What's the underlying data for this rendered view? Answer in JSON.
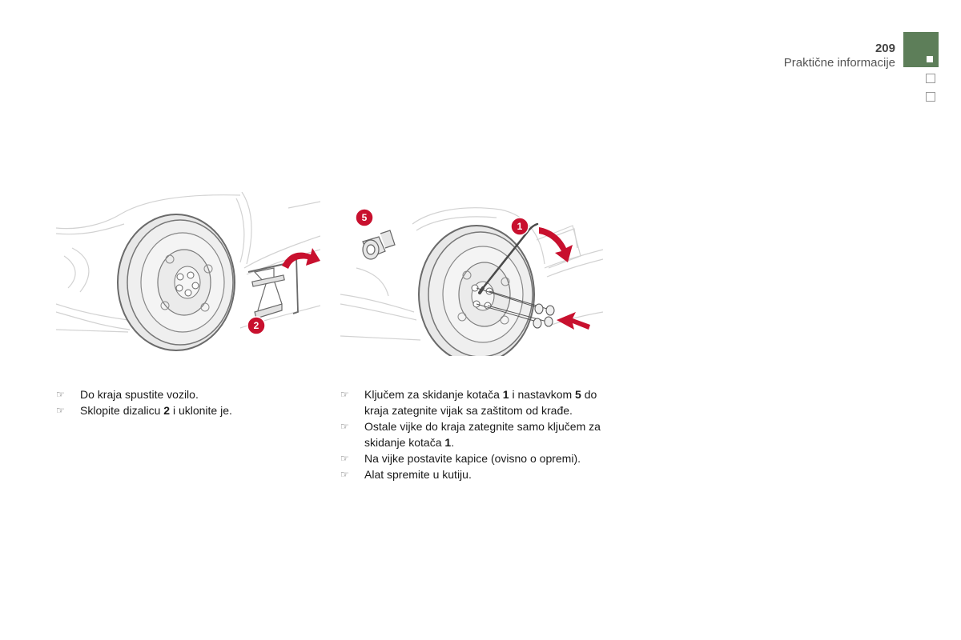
{
  "header": {
    "page_number": "209",
    "section_title": "Praktične informacije"
  },
  "colors": {
    "section_tab": "#5d7e59",
    "callout_badge": "#c8102e"
  },
  "illustrations": {
    "left": {
      "callouts": [
        "2"
      ]
    },
    "right": {
      "callouts": [
        "5",
        "1"
      ]
    }
  },
  "left_column": {
    "bullet_icon": "pointing-hand-icon",
    "items": [
      {
        "parts": [
          "Do kraja spustite vozilo."
        ]
      },
      {
        "parts": [
          "Sklopite dizalicu ",
          "2",
          " i uklonite je."
        ]
      }
    ]
  },
  "right_column": {
    "bullet_icon": "pointing-hand-icon",
    "items": [
      {
        "parts": [
          "Ključem za skidanje kotača ",
          "1",
          " i nastavkom ",
          "5",
          " do kraja zategnite vijak sa zaštitom od krađe."
        ]
      },
      {
        "parts": [
          "Ostale vijke do kraja zategnite samo ključem za skidanje kotača ",
          "1",
          "."
        ]
      },
      {
        "parts": [
          "Na vijke postavite kapice (ovisno o opremi)."
        ]
      },
      {
        "parts": [
          "Alat spremite u kutiju."
        ]
      }
    ]
  }
}
